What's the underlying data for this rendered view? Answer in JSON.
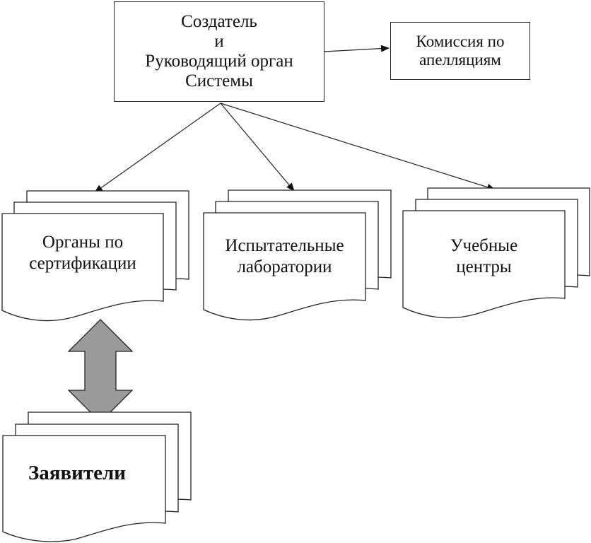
{
  "nodes": {
    "creator": {
      "lines": [
        "Создатель",
        "и",
        "Руководящий орган",
        "Системы"
      ]
    },
    "appeals": {
      "lines": [
        "Комиссия по",
        "апелляциям"
      ]
    },
    "cert_bodies": {
      "lines": [
        "Органы по",
        "сертификации"
      ]
    },
    "labs": {
      "lines": [
        "Испытательные",
        "лаборатории"
      ]
    },
    "training": {
      "lines": [
        "Учебные",
        "центры"
      ]
    },
    "applicants": {
      "lines": [
        "Заявители"
      ]
    }
  },
  "colors": {
    "line": "#222222",
    "double_arrow_fill": "#9a9a9a"
  }
}
